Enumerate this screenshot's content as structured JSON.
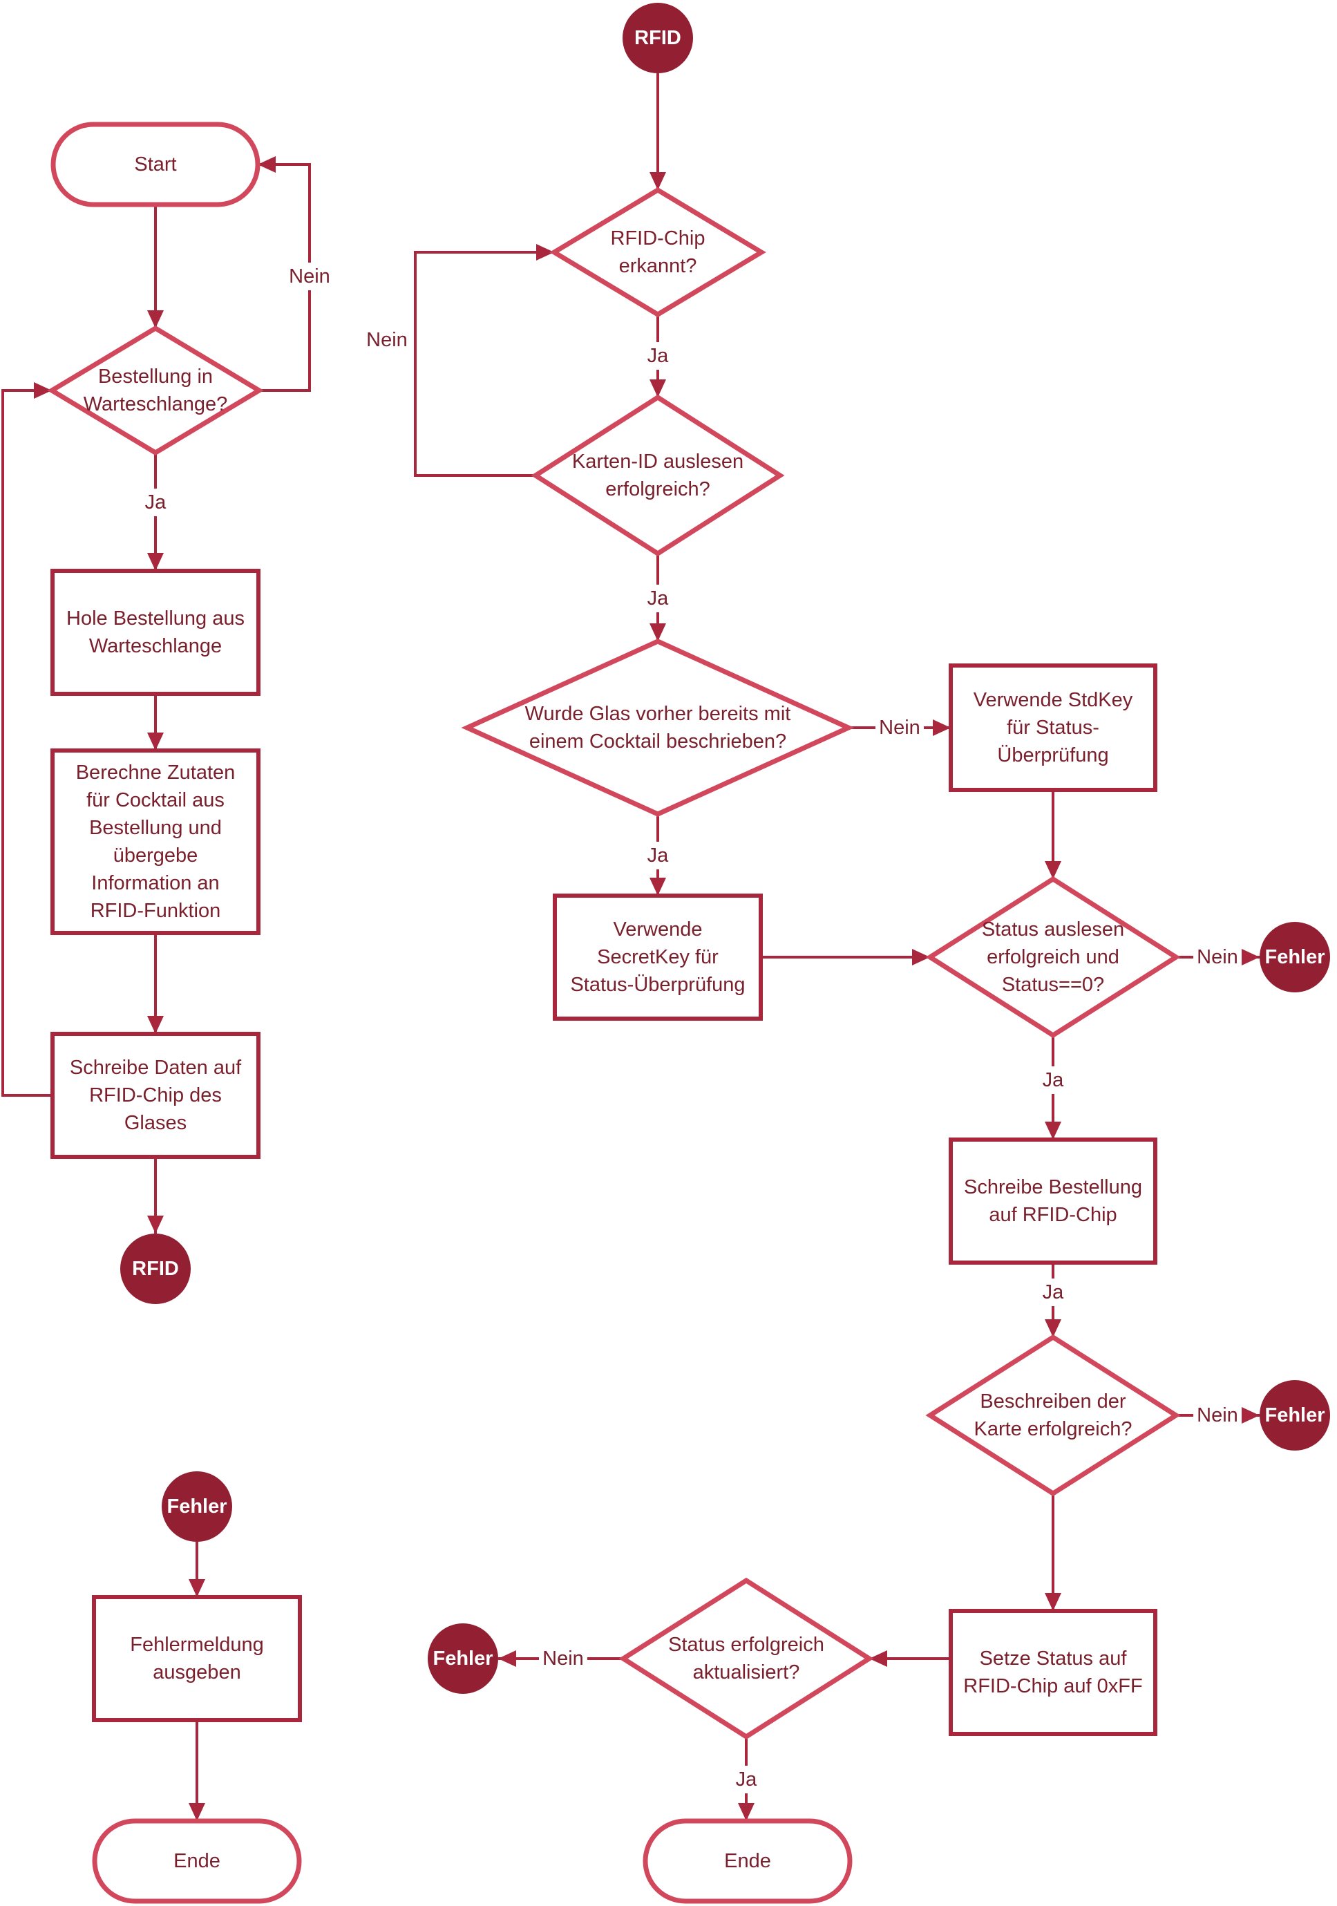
{
  "diagram": {
    "colors": {
      "accent": "#d1475c",
      "connector_fill": "#921f32",
      "line": "#a8273c",
      "text": "#7a1f2c"
    },
    "nodes": [
      {
        "id": "start",
        "kind": "terminal",
        "text": [
          "Start"
        ]
      },
      {
        "id": "d_queue",
        "kind": "decision",
        "text": [
          "Bestellung in",
          "Warteschlange?"
        ]
      },
      {
        "id": "p_fetch",
        "kind": "process",
        "text": [
          "Hole Bestellung aus",
          "Warteschlange"
        ]
      },
      {
        "id": "p_calc",
        "kind": "process",
        "text": [
          "Berechne Zutaten",
          "für Cocktail aus",
          "Bestellung und",
          "übergebe",
          "Information an",
          "RFID-Funktion"
        ]
      },
      {
        "id": "p_write_data",
        "kind": "process",
        "text": [
          "Schreibe Daten auf",
          "RFID-Chip des",
          "Glases"
        ]
      },
      {
        "id": "c_rfid_out",
        "kind": "connector",
        "text": [
          "RFID"
        ]
      },
      {
        "id": "c_fehler_in",
        "kind": "connector",
        "text": [
          "Fehler"
        ]
      },
      {
        "id": "p_errmsg",
        "kind": "process",
        "text": [
          "Fehlermeldung",
          "ausgeben"
        ]
      },
      {
        "id": "end_left",
        "kind": "terminal",
        "text": [
          "Ende"
        ]
      },
      {
        "id": "c_rfid_in",
        "kind": "connector",
        "text": [
          "RFID"
        ]
      },
      {
        "id": "d_chip",
        "kind": "decision",
        "text": [
          "RFID-Chip",
          "erkannt?"
        ]
      },
      {
        "id": "d_cardid",
        "kind": "decision",
        "text": [
          "Karten-ID auslesen",
          "erfolgreich?"
        ]
      },
      {
        "id": "d_glass",
        "kind": "decision",
        "text": [
          "Wurde Glas vorher bereits mit",
          "einem Cocktail beschrieben?"
        ]
      },
      {
        "id": "p_stdkey",
        "kind": "process",
        "text": [
          "Verwende StdKey",
          "für Status-",
          "Überprüfung"
        ]
      },
      {
        "id": "p_secretkey",
        "kind": "process",
        "text": [
          "Verwende",
          "SecretKey für",
          "Status-Überprüfung"
        ]
      },
      {
        "id": "d_status",
        "kind": "decision",
        "text": [
          "Status auslesen",
          "erfolgreich und",
          "Status==0?"
        ]
      },
      {
        "id": "c_fehler1",
        "kind": "connector",
        "text": [
          "Fehler"
        ]
      },
      {
        "id": "p_write_order",
        "kind": "process",
        "text": [
          "Schreibe Bestellung",
          "auf RFID-Chip"
        ]
      },
      {
        "id": "d_write_ok",
        "kind": "decision",
        "text": [
          "Beschreiben der",
          "Karte erfolgreich?"
        ]
      },
      {
        "id": "c_fehler2",
        "kind": "connector",
        "text": [
          "Fehler"
        ]
      },
      {
        "id": "p_set_status",
        "kind": "process",
        "text": [
          "Setze Status auf",
          "RFID-Chip auf 0xFF"
        ]
      },
      {
        "id": "d_status_upd",
        "kind": "decision",
        "text": [
          "Status erfolgreich",
          "aktualisiert?"
        ]
      },
      {
        "id": "c_fehler3",
        "kind": "connector",
        "text": [
          "Fehler"
        ]
      },
      {
        "id": "end_right",
        "kind": "terminal",
        "text": [
          "Ende"
        ]
      }
    ],
    "edges": [
      {
        "from": "start",
        "to": "d_queue",
        "label": ""
      },
      {
        "from": "d_queue",
        "to": "start",
        "label": "Nein"
      },
      {
        "from": "d_queue",
        "to": "p_fetch",
        "label": "Ja"
      },
      {
        "from": "p_fetch",
        "to": "p_calc",
        "label": ""
      },
      {
        "from": "p_calc",
        "to": "p_write_data",
        "label": ""
      },
      {
        "from": "p_write_data",
        "to": "d_queue",
        "label": ""
      },
      {
        "from": "p_write_data",
        "to": "c_rfid_out",
        "label": ""
      },
      {
        "from": "c_fehler_in",
        "to": "p_errmsg",
        "label": ""
      },
      {
        "from": "p_errmsg",
        "to": "end_left",
        "label": ""
      },
      {
        "from": "c_rfid_in",
        "to": "d_chip",
        "label": ""
      },
      {
        "from": "d_chip",
        "to": "d_cardid",
        "label": "Ja"
      },
      {
        "from": "d_cardid",
        "to": "d_chip",
        "label": "Nein"
      },
      {
        "from": "d_cardid",
        "to": "d_glass",
        "label": "Ja"
      },
      {
        "from": "d_glass",
        "to": "p_stdkey",
        "label": "Nein"
      },
      {
        "from": "d_glass",
        "to": "p_secretkey",
        "label": "Ja"
      },
      {
        "from": "p_stdkey",
        "to": "d_status",
        "label": ""
      },
      {
        "from": "p_secretkey",
        "to": "d_status",
        "label": ""
      },
      {
        "from": "d_status",
        "to": "c_fehler1",
        "label": "Nein"
      },
      {
        "from": "d_status",
        "to": "p_write_order",
        "label": "Ja"
      },
      {
        "from": "p_write_order",
        "to": "d_write_ok",
        "label": "Ja"
      },
      {
        "from": "d_write_ok",
        "to": "c_fehler2",
        "label": "Nein"
      },
      {
        "from": "d_write_ok",
        "to": "p_set_status",
        "label": ""
      },
      {
        "from": "p_set_status",
        "to": "d_status_upd",
        "label": ""
      },
      {
        "from": "d_status_upd",
        "to": "c_fehler3",
        "label": "Nein"
      },
      {
        "from": "d_status_upd",
        "to": "end_right",
        "label": "Ja"
      }
    ]
  }
}
